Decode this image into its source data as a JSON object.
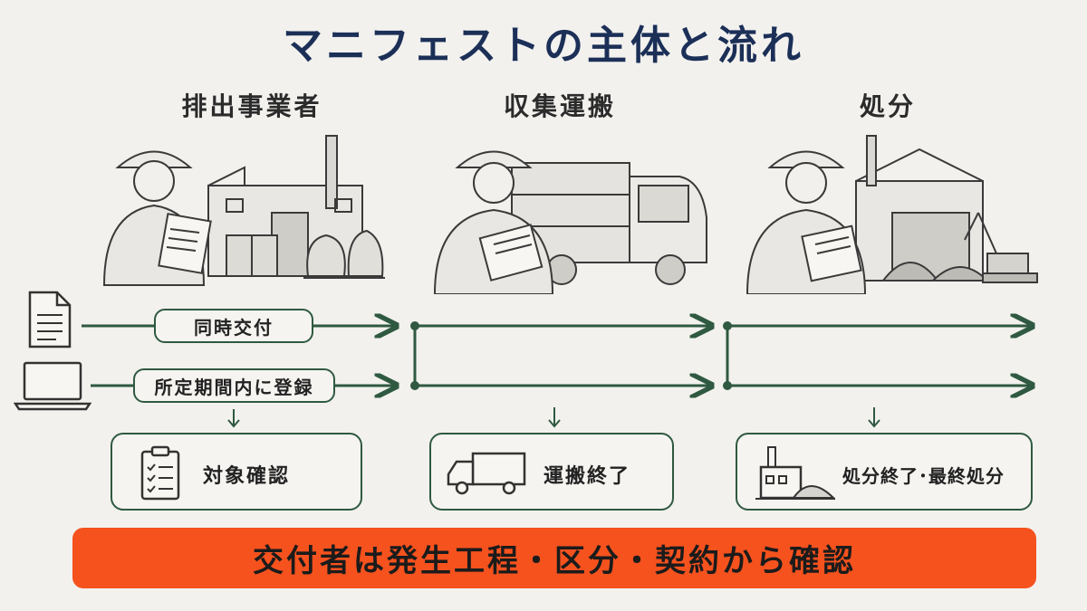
{
  "title": "マニフェストの主体と流れ",
  "actors": [
    {
      "label": "排出事業者"
    },
    {
      "label": "収集運搬"
    },
    {
      "label": "処分"
    }
  ],
  "flows": {
    "paper_label": "同時交付",
    "electronic_label": "所定期間内に登録"
  },
  "statuses": [
    {
      "label": "対象確認",
      "icon": "checklist-icon"
    },
    {
      "label": "運搬終了",
      "icon": "truck-icon"
    },
    {
      "label": "処分終了･最終処分",
      "icon": "factory-icon"
    }
  ],
  "banner": "交付者は発生工程・区分・契約から確認",
  "colors": {
    "title": "#1b2f57",
    "line": "#2f5940",
    "banner": "#f5521e",
    "background": "#f2f1ee"
  }
}
